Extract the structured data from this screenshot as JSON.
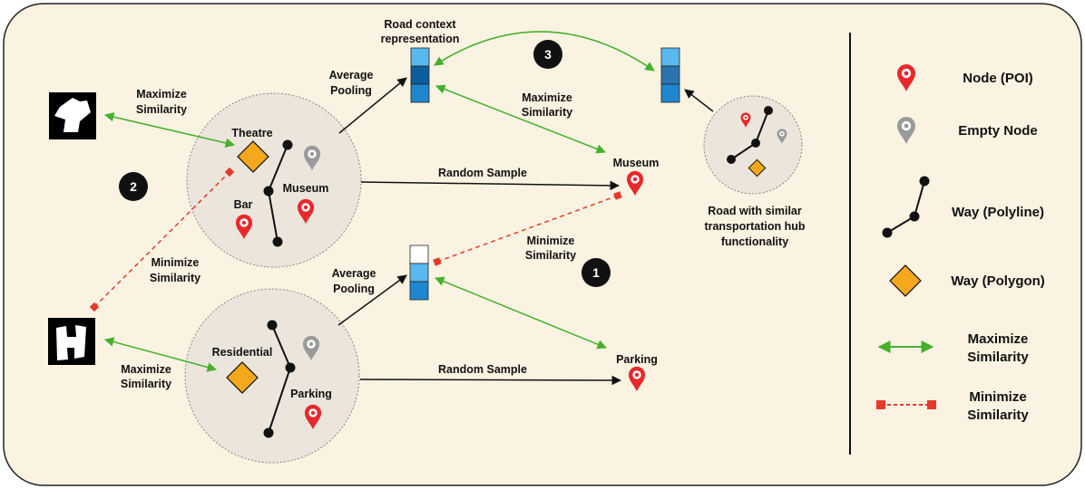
{
  "colors": {
    "panel_bg": "#fbf3e2",
    "circle_fill": "#ebe5dc",
    "poi_red": "#e8282b",
    "empty_gray": "#9a9a9a",
    "polygon_orange": "#f4a81c",
    "maximize_green": "#44b02c",
    "minimize_red": "#e53a2a",
    "vec_light": "#5ab8ee",
    "vec_mid": "#1f87cf",
    "vec_dark": "#0a5e9a"
  },
  "icons": [
    "node-poi-icon",
    "empty-node-icon",
    "way-polyline-icon",
    "way-polygon-icon",
    "maximize-arrow-icon",
    "minimize-arrow-icon"
  ],
  "labels": {
    "road_context_1": "Road context",
    "road_context_2": "representation",
    "avg_pool_top_1": "Average",
    "avg_pool_top_2": "Pooling",
    "avg_pool_bot_1": "Average",
    "avg_pool_bot_2": "Pooling",
    "max_sim_top_1": "Maximize",
    "max_sim_top_2": "Similarity",
    "max_sim_mid_1": "Maximize",
    "max_sim_mid_2": "Similarity",
    "max_sim_bot_1": "Maximize",
    "max_sim_bot_2": "Similarity",
    "min_sim_left_1": "Minimize",
    "min_sim_left_2": "Similarity",
    "min_sim_right_1": "Minimize",
    "min_sim_right_2": "Similarity",
    "theatre": "Theatre",
    "bar": "Bar",
    "museum_in": "Museum",
    "museum_out": "Museum",
    "residential": "Residential",
    "parking_in": "Parking",
    "parking_out": "Parking",
    "random_sample_top": "Random Sample",
    "random_sample_bot": "Random Sample",
    "road_similar_1": "Road with similar",
    "road_similar_2": "transportation hub",
    "road_similar_3": "functionality",
    "step_1": "1",
    "step_2": "2",
    "step_3": "3"
  },
  "legend": {
    "node_poi": "Node (POI)",
    "empty_node": "Empty Node",
    "way_polyline": "Way (Polyline)",
    "way_polygon": "Way (Polygon)",
    "maximize_1": "Maximize",
    "maximize_2": "Similarity",
    "minimize_1": "Minimize",
    "minimize_2": "Similarity"
  }
}
